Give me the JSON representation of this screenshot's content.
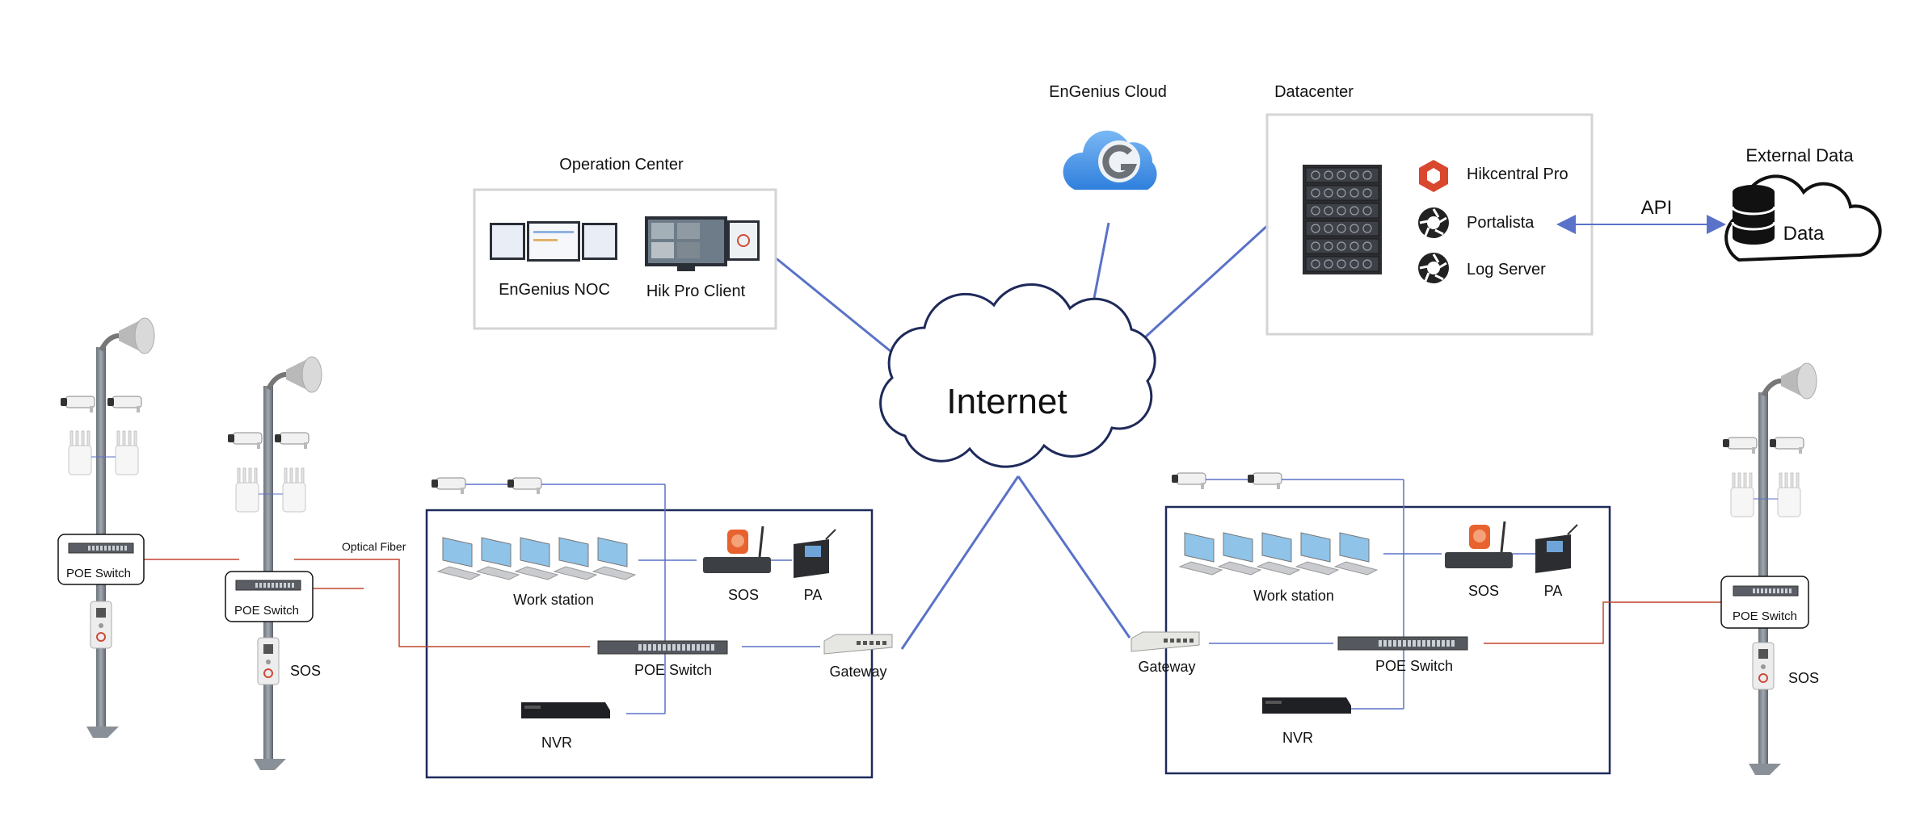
{
  "diagram": {
    "internet": "Internet",
    "cloud": {
      "title": "EnGenius Cloud"
    },
    "operation_center": {
      "title": "Operation Center",
      "items": [
        "EnGenius NOC",
        "Hik Pro Client"
      ]
    },
    "datacenter": {
      "title": "Datacenter",
      "services": [
        "Hikcentral Pro",
        "Portalista",
        "Log Server"
      ]
    },
    "external": {
      "title": "External Data",
      "api": "API",
      "data": "Data"
    },
    "left_site": {
      "pole1": {
        "switch": "POE Switch"
      },
      "pole2": {
        "switch": "POE Switch",
        "sos": "SOS"
      },
      "fiber": "Optical Fiber",
      "room": {
        "workstation": "Work station",
        "sos": "SOS",
        "pa": "PA",
        "switch": "POE Switch",
        "gateway": "Gateway",
        "nvr": "NVR"
      }
    },
    "right_site": {
      "room": {
        "workstation": "Work station",
        "sos": "SOS",
        "pa": "PA",
        "switch": "POE Switch",
        "gateway": "Gateway",
        "nvr": "NVR"
      },
      "pole": {
        "switch": "POE Switch",
        "sos": "SOS"
      }
    },
    "colors": {
      "link_blue": "#5a72c8",
      "link_red": "#c0452f",
      "box_navy": "#1e2a5a",
      "box_gray": "#d4d4d4"
    }
  }
}
